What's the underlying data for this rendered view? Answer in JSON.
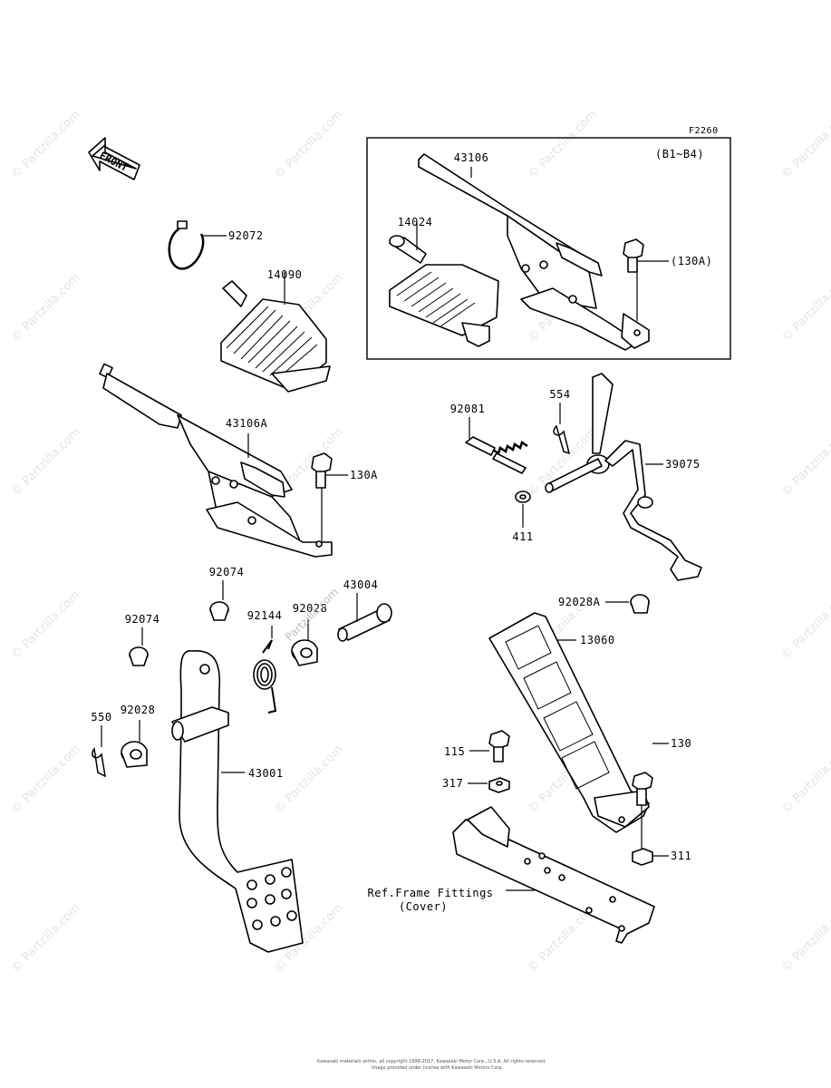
{
  "figure_code": "F2260",
  "front_label": "FRONT",
  "inset": {
    "variant": "(B1~B4)"
  },
  "watermark": "© Partzilla.com",
  "watermark_inline": "Partzilla.com",
  "copyright": {
    "line1": "Kawasaki materials within, all copyright 1998-2017, Kawasaki Motor Corp., U.S.A. All rights reserved.",
    "line2": "Image provided under license with Kawasaki Motors Corp."
  },
  "parts": {
    "p43106": "43106",
    "p14024": "14024",
    "p130A_inset": "(130A)",
    "p92072": "92072",
    "p14090": "14090",
    "p43106A": "43106A",
    "p130A": "130A",
    "p92081": "92081",
    "p554": "554",
    "p39075": "39075",
    "p411": "411",
    "p92074_a": "92074",
    "p43004": "43004",
    "p92144": "92144",
    "p92028_a": "92028",
    "p92074_b": "92074",
    "p92028A": "92028A",
    "p13060": "13060",
    "p550": "550",
    "p92028_b": "92028",
    "p43001": "43001",
    "p115": "115",
    "p130": "130",
    "p317": "317",
    "p311": "311",
    "ref_frame_line1": "Ref.Frame Fittings",
    "ref_frame_line2": "(Cover)"
  }
}
